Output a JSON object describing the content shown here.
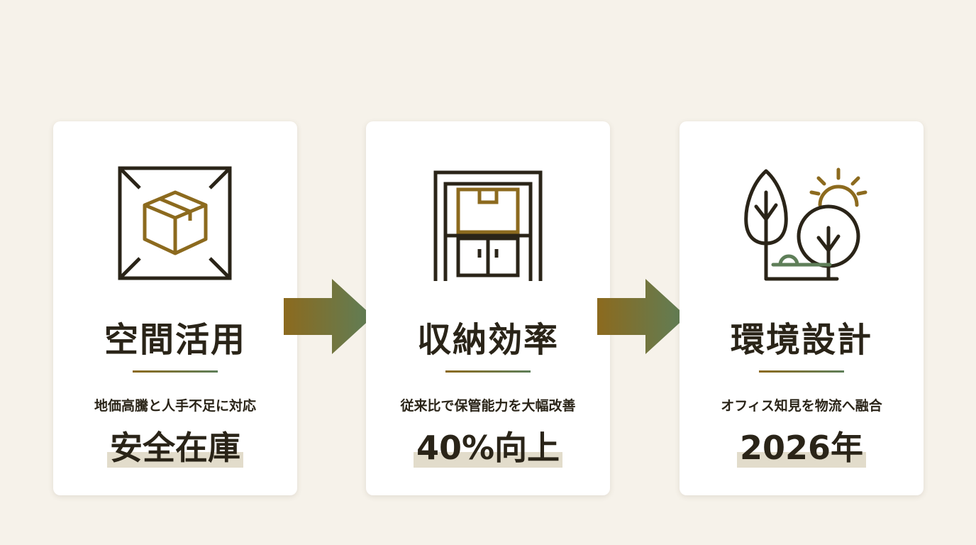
{
  "cards": [
    {
      "title": "空間活用",
      "subtitle": "地価高騰と人手不足に対応",
      "value": "安全在庫",
      "icon": "box-in-frame-icon"
    },
    {
      "title": "収納効率",
      "subtitle": "従来比で保管能力を大幅改善",
      "value": "40%向上",
      "icon": "storage-rack-icon"
    },
    {
      "title": "環境設計",
      "subtitle": "オフィス知見を物流へ融合",
      "value": "2026年",
      "icon": "trees-sun-icon"
    }
  ],
  "colors": {
    "background": "#f6f2ea",
    "dark": "#2a2418",
    "gold": "#8c6a1e",
    "green": "#5e7e58",
    "highlight": "#e2dccb"
  }
}
